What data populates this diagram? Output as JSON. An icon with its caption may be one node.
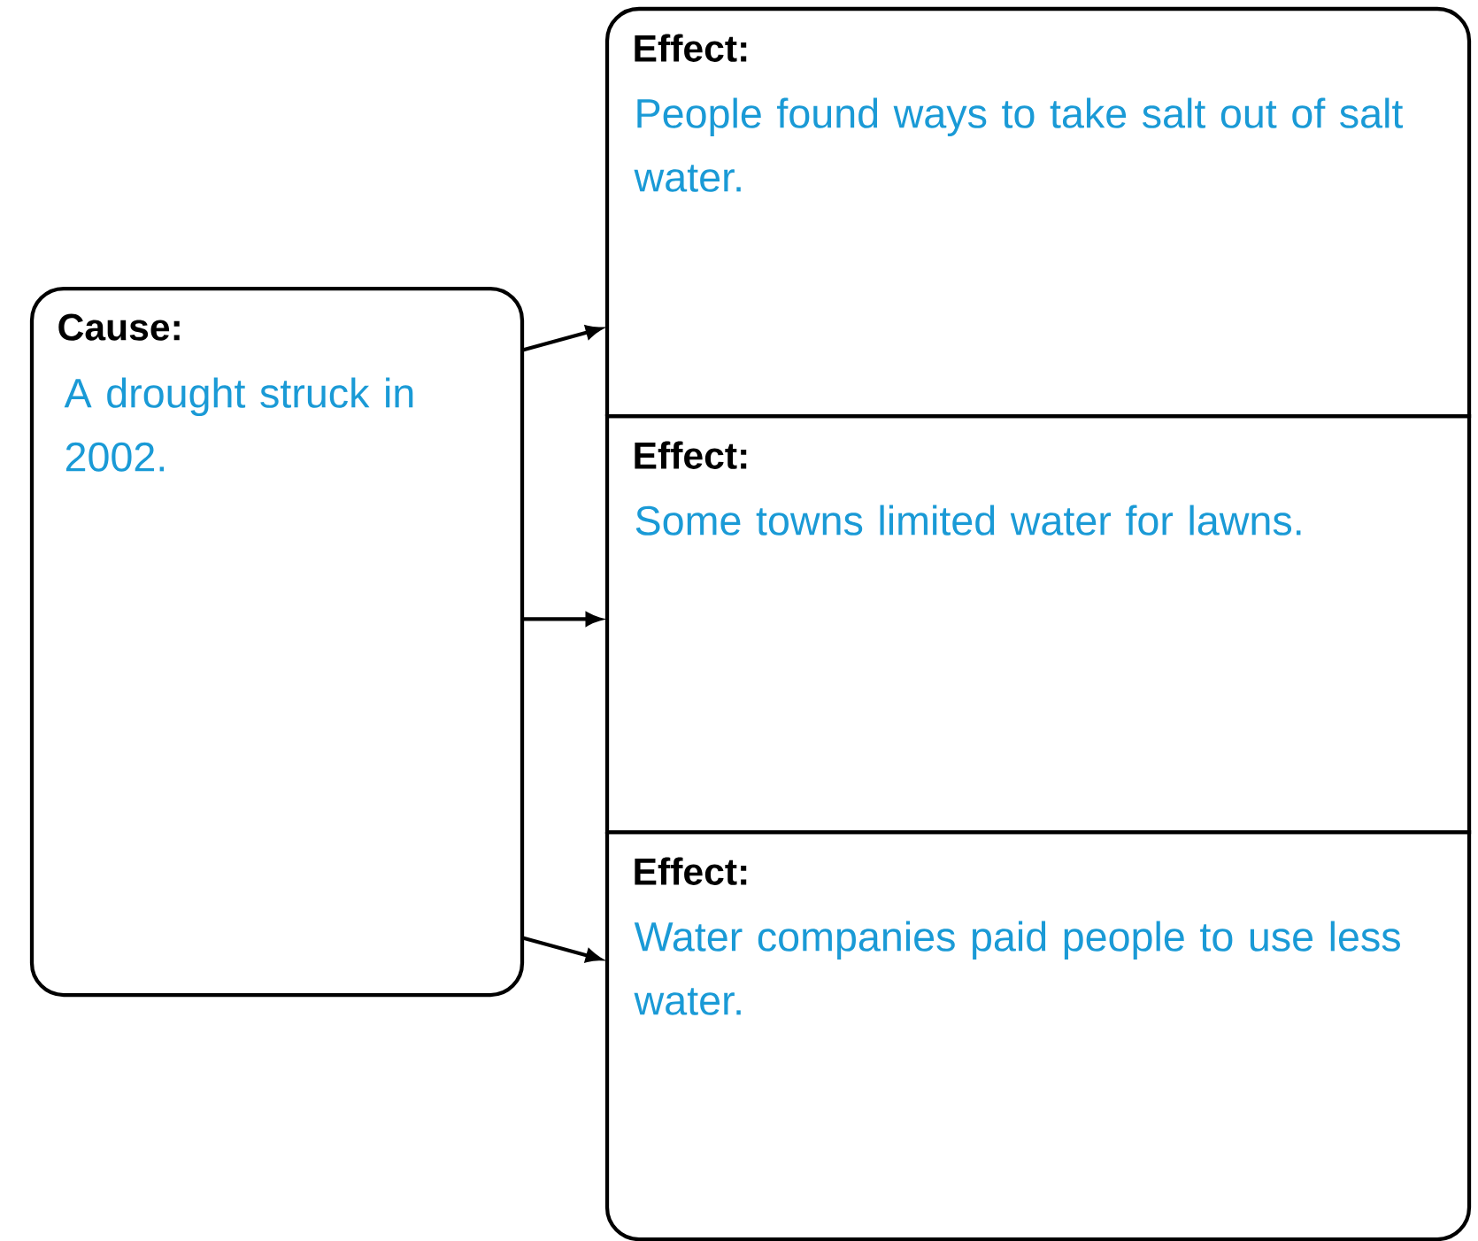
{
  "diagram": {
    "nodes": [
      {
        "text": [
          "Cause:",
          "A drought struck in 2002."
        ]
      },
      {
        "text": [
          "Effect:",
          "People found ways to take salt out of salt water."
        ]
      },
      {
        "text": [
          "Effect:",
          "Some towns limited water for lawns."
        ]
      },
      {
        "text": [
          "Effect:",
          "Water companies paid people to use less water."
        ]
      }
    ],
    "edges": [
      {
        "from": 0,
        "to": 1,
        "arrow": "to"
      },
      {
        "from": 0,
        "to": 2,
        "arrow": "to"
      },
      {
        "from": 0,
        "to": 3,
        "arrow": "to"
      }
    ]
  }
}
